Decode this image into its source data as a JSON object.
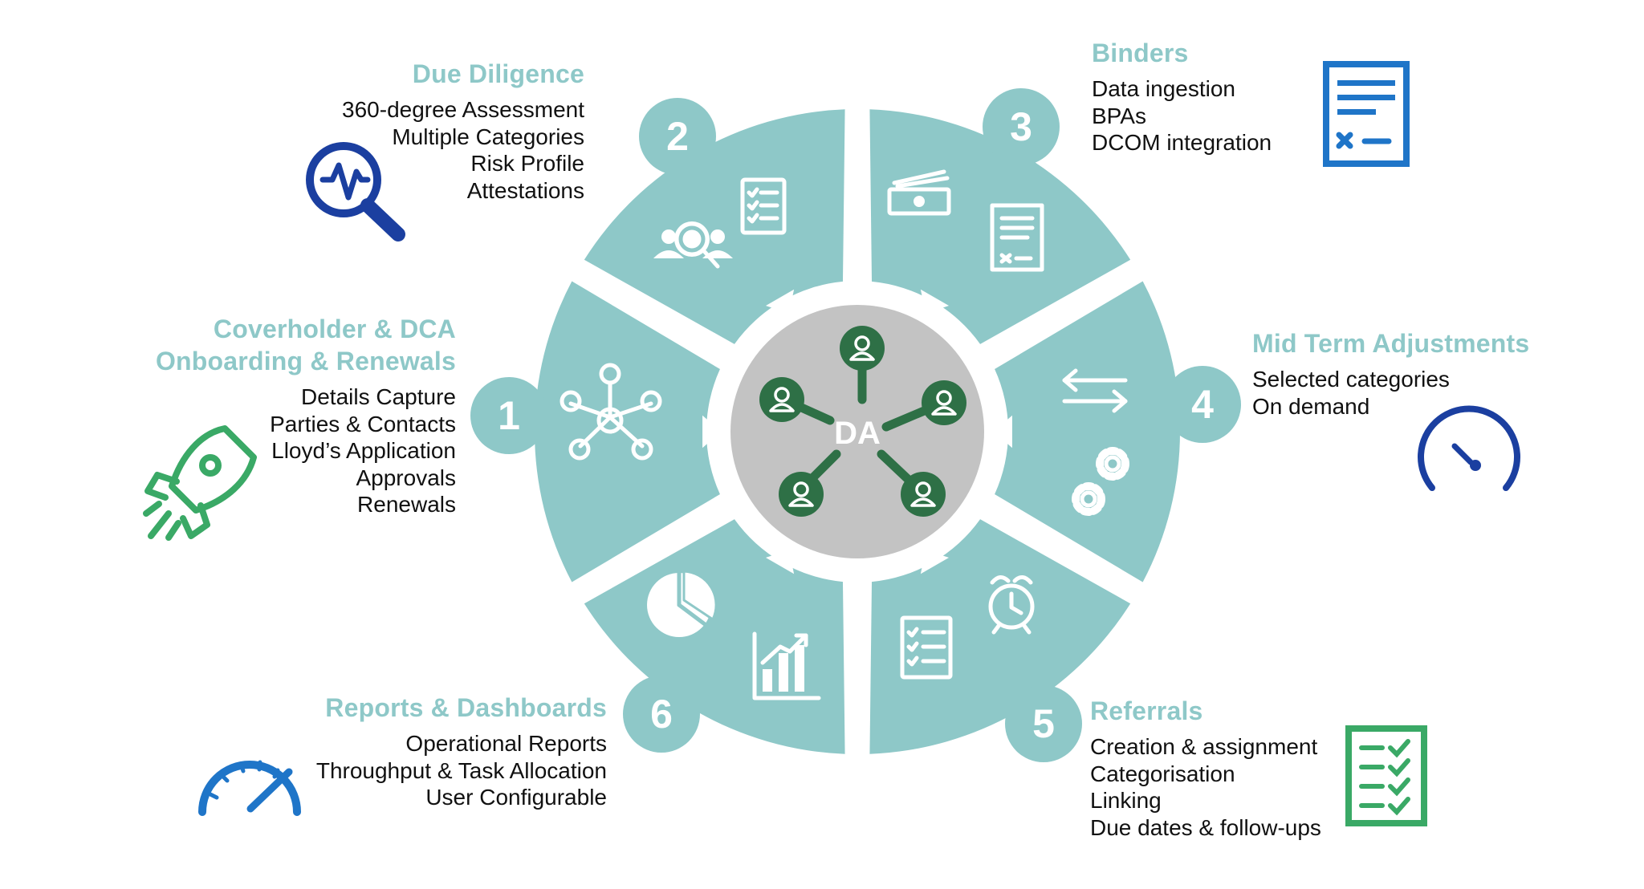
{
  "center": {
    "label": "DA"
  },
  "colors": {
    "segment": "#8ec8c8",
    "center_disc": "#c3c3c3",
    "node_green": "#2e7046",
    "white": "#ffffff",
    "heading_teal": "#8ec8c8",
    "icon_blue": "#1b3fa0",
    "icon_mid_blue": "#1f75c8",
    "icon_green": "#3aa966"
  },
  "sections": [
    {
      "id": "onboarding",
      "number": "1",
      "title_lines": [
        "Coverholder & DCA",
        "Onboarding & Renewals"
      ],
      "items": [
        "Details Capture",
        "Parties & Contacts",
        "Lloyd’s Application",
        "Approvals",
        "Renewals"
      ],
      "icon": "rocket-icon"
    },
    {
      "id": "due-diligence",
      "number": "2",
      "title_lines": [
        "Due Diligence"
      ],
      "items": [
        "360-degree Assessment",
        "Multiple Categories",
        "Risk Profile",
        "Attestations"
      ],
      "icon": "magnifier-pulse-icon"
    },
    {
      "id": "binders",
      "number": "3",
      "title_lines": [
        "Binders"
      ],
      "items": [
        "Data ingestion",
        "BPAs",
        "DCOM integration"
      ],
      "icon": "document-icon"
    },
    {
      "id": "mid-term",
      "number": "4",
      "title_lines": [
        "Mid Term Adjustments"
      ],
      "items": [
        "Selected categories",
        "On demand"
      ],
      "icon": "gauge-icon"
    },
    {
      "id": "referrals",
      "number": "5",
      "title_lines": [
        "Referrals"
      ],
      "items": [
        "Creation & assignment",
        "Categorisation",
        "Linking",
        "Due dates & follow-ups"
      ],
      "icon": "checklist-icon"
    },
    {
      "id": "reports",
      "number": "6",
      "title_lines": [
        "Reports & Dashboards"
      ],
      "items": [
        "Operational Reports",
        "Throughput & Task Allocation",
        "User Configurable"
      ],
      "icon": "speedometer-icon"
    }
  ]
}
